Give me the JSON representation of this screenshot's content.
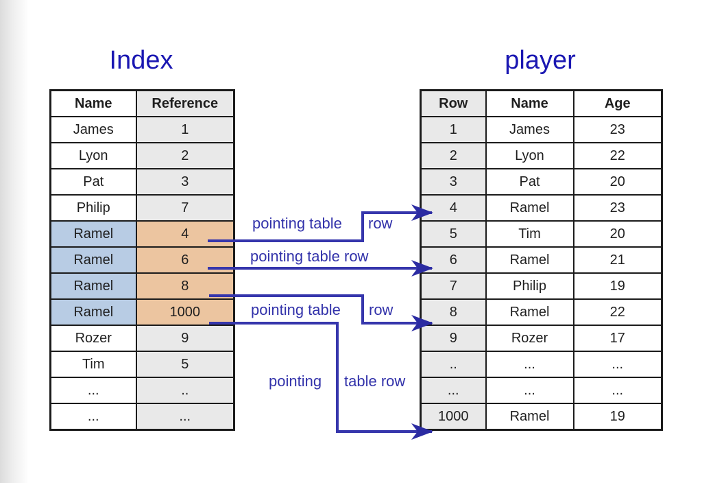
{
  "colors": {
    "title_blue": "#1a17b2",
    "arrow_blue": "#3636ac",
    "arrowhead_blue": "#2b2ba2",
    "label_blue": "#3232aa",
    "cell_gray": "#e9e9e9",
    "highlight_blue": "#b8cce4",
    "highlight_orange": "#ecc5a0",
    "border_black": "#1b1b1b"
  },
  "index_table": {
    "title": "Index",
    "headers": [
      "Name",
      "Reference"
    ],
    "rows": [
      [
        "James",
        "1"
      ],
      [
        "Lyon",
        "2"
      ],
      [
        "Pat",
        "3"
      ],
      [
        "Philip",
        "7"
      ],
      [
        "Ramel",
        "4"
      ],
      [
        "Ramel",
        "6"
      ],
      [
        "Ramel",
        "8"
      ],
      [
        "Ramel",
        "1000"
      ],
      [
        "Rozer",
        "9"
      ],
      [
        "Tim",
        "5"
      ],
      [
        "...",
        ".."
      ],
      [
        "...",
        "..."
      ]
    ],
    "highlighted_rows": [
      4,
      5,
      6,
      7
    ]
  },
  "player_table": {
    "title": "player",
    "headers": [
      "Row",
      "Name",
      "Age"
    ],
    "rows": [
      [
        "1",
        "James",
        "23"
      ],
      [
        "2",
        "Lyon",
        "22"
      ],
      [
        "3",
        "Pat",
        "20"
      ],
      [
        "4",
        "Ramel",
        "23"
      ],
      [
        "5",
        "Tim",
        "20"
      ],
      [
        "6",
        "Ramel",
        "21"
      ],
      [
        "7",
        "Philip",
        "19"
      ],
      [
        "8",
        "Ramel",
        "22"
      ],
      [
        "9",
        "Rozer",
        "17"
      ],
      [
        "..",
        "...",
        "..."
      ],
      [
        "...",
        "...",
        "..."
      ],
      [
        "1000",
        "Ramel",
        "19"
      ]
    ]
  },
  "arrow_labels": [
    {
      "part1": "pointing table",
      "part2": "row"
    },
    {
      "part1": "pointing table row",
      "part2": ""
    },
    {
      "part1": "pointing table",
      "part2": "row"
    },
    {
      "part1": "pointing",
      "part2": "table row"
    }
  ]
}
